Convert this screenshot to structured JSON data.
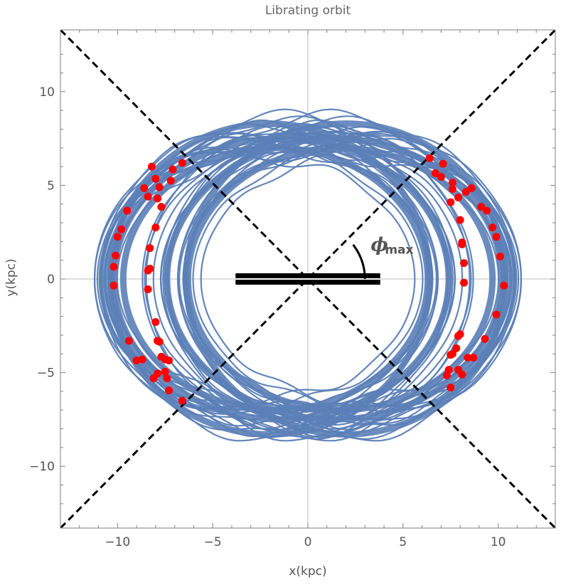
{
  "chart_data": {
    "type": "scatter",
    "title": "Librating orbit",
    "xlabel": "x(kpc)",
    "ylabel": "y(kpc)",
    "xlim": [
      -13,
      13
    ],
    "ylim": [
      -13.3,
      13.3
    ],
    "xticks": [
      -10,
      -5,
      0,
      5,
      10
    ],
    "yticks": [
      -10,
      -5,
      0,
      5,
      10
    ],
    "tick_labels": {
      "x": [
        "−10",
        "−5",
        "0",
        "5",
        "10"
      ],
      "y": [
        "−10",
        "−5",
        "0",
        "5",
        "10"
      ]
    },
    "grid": false,
    "frame": true,
    "annotation": {
      "symbol": "ϕ",
      "subscript": "max",
      "angle_deg": 37.6
    },
    "bar": {
      "x_range": [
        -3.8,
        3.8
      ],
      "y": 0
    },
    "dashed_lines": [
      {
        "x": [
          -13,
          13
        ],
        "y": [
          -13.3,
          13.3
        ]
      },
      {
        "x": [
          -13,
          13
        ],
        "y": [
          13.3,
          -13.3
        ]
      }
    ],
    "orbit": {
      "color": "#5b7fb7",
      "description_values": {
        "x_extent": [
          -10.3,
          10.3
        ],
        "y_extent": [
          -8.6,
          8.6
        ]
      }
    },
    "series": [
      {
        "color": "#ff0000",
        "points": [
          [
            -10.2,
            -0.35
          ],
          [
            -10.2,
            0.65
          ],
          [
            -10.1,
            1.25
          ],
          [
            -10.0,
            2.25
          ],
          [
            -9.8,
            2.65
          ],
          [
            -9.5,
            3.65
          ],
          [
            -9.4,
            -3.3
          ],
          [
            -9.0,
            -4.35
          ],
          [
            -8.7,
            -4.3
          ],
          [
            -8.6,
            4.85
          ],
          [
            -8.4,
            4.4
          ],
          [
            -8.2,
            6.0
          ],
          [
            -8.0,
            5.35
          ],
          [
            -7.8,
            4.9
          ],
          [
            -7.9,
            4.3
          ],
          [
            -7.7,
            3.85
          ],
          [
            -8.0,
            2.75
          ],
          [
            -8.3,
            1.65
          ],
          [
            -8.3,
            0.55
          ],
          [
            -8.4,
            0.45
          ],
          [
            -8.4,
            -0.55
          ],
          [
            -8.0,
            -2.3
          ],
          [
            -7.9,
            -3.3
          ],
          [
            -7.8,
            -3.35
          ],
          [
            -7.7,
            -4.15
          ],
          [
            -7.5,
            -4.3
          ],
          [
            -7.3,
            -4.35
          ],
          [
            -7.5,
            -4.95
          ],
          [
            -7.9,
            -5.05
          ],
          [
            -8.1,
            -5.3
          ],
          [
            -7.4,
            -5.3
          ],
          [
            -7.3,
            -5.95
          ],
          [
            -6.6,
            -6.5
          ],
          [
            -7.2,
            5.25
          ],
          [
            -7.1,
            5.85
          ],
          [
            -6.6,
            6.2
          ],
          [
            6.4,
            6.45
          ],
          [
            6.7,
            5.65
          ],
          [
            7.0,
            5.45
          ],
          [
            7.1,
            6.15
          ],
          [
            7.6,
            5.15
          ],
          [
            7.6,
            4.8
          ],
          [
            7.5,
            4.1
          ],
          [
            7.9,
            4.35
          ],
          [
            8.3,
            4.65
          ],
          [
            8.6,
            4.85
          ],
          [
            8.0,
            3.15
          ],
          [
            8.1,
            1.95
          ],
          [
            8.1,
            1.85
          ],
          [
            8.2,
            0.85
          ],
          [
            8.2,
            -0.2
          ],
          [
            9.1,
            3.85
          ],
          [
            9.4,
            3.65
          ],
          [
            9.7,
            2.75
          ],
          [
            9.9,
            2.25
          ],
          [
            10.1,
            1.2
          ],
          [
            10.3,
            -0.35
          ],
          [
            9.9,
            -1.9
          ],
          [
            9.3,
            -3.2
          ],
          [
            8.0,
            -2.95
          ],
          [
            7.9,
            -3.05
          ],
          [
            7.8,
            -3.7
          ],
          [
            7.5,
            -4.05
          ],
          [
            7.6,
            -4.0
          ],
          [
            8.4,
            -4.2
          ],
          [
            8.7,
            -4.2
          ],
          [
            7.9,
            -4.85
          ],
          [
            7.4,
            -4.85
          ],
          [
            7.3,
            -5.15
          ],
          [
            8.1,
            -5.1
          ],
          [
            7.5,
            -5.8
          ]
        ]
      }
    ]
  }
}
